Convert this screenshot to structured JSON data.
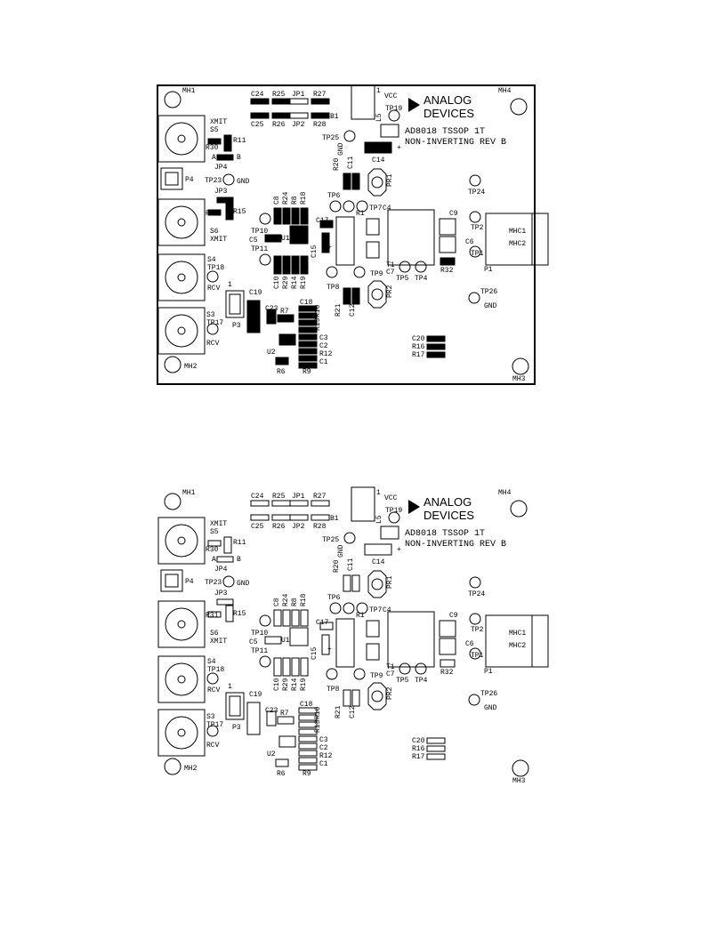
{
  "logo": {
    "brand_line1": "ANALOG",
    "brand_line2": "DEVICES"
  },
  "board_title": {
    "line1": "AD8018 TSSOP 1T",
    "line2": "NON-INVERTING REV B"
  },
  "views": [
    "top-silkscreen-with-copper",
    "top-silkscreen-outline"
  ],
  "symbols": {
    "plus": "+",
    "one": "1"
  },
  "labels": [
    "MH1",
    "MH2",
    "MH3",
    "MH4",
    "C24",
    "C25",
    "R25",
    "R26",
    "JP1",
    "JP2",
    "R27",
    "R28",
    "B1",
    "VCC",
    "TP19",
    "L5",
    "TP25",
    "GND",
    "C14",
    "XMIT",
    "S5",
    "R11",
    "R30",
    "JP4",
    "A",
    "B",
    "P4",
    "TP23",
    "JP3",
    "R15",
    "R31",
    "S6",
    "S4",
    "TP18",
    "RCV",
    "S3",
    "TP17",
    "P3",
    "C19",
    "C23",
    "R7",
    "C18",
    "R10",
    "R13",
    "C3",
    "C2",
    "R12",
    "C1",
    "U2",
    "R6",
    "R9",
    "R20",
    "C11",
    "PR1",
    "TP6",
    "TP7",
    "R1",
    "C4",
    "C9",
    "TP2",
    "C6",
    "TP1",
    "P1",
    "MHC1",
    "MHC2",
    "R32",
    "T1",
    "C7",
    "TP5",
    "TP4",
    "TP8",
    "TP9",
    "PR2",
    "R21",
    "C12",
    "TP24",
    "TP26",
    "C20",
    "R16",
    "R17",
    "C8",
    "R24",
    "R8",
    "R18",
    "C17",
    "C15",
    "C5",
    "U1",
    "TP10",
    "TP11",
    "C10",
    "R29",
    "R14",
    "R19"
  ]
}
